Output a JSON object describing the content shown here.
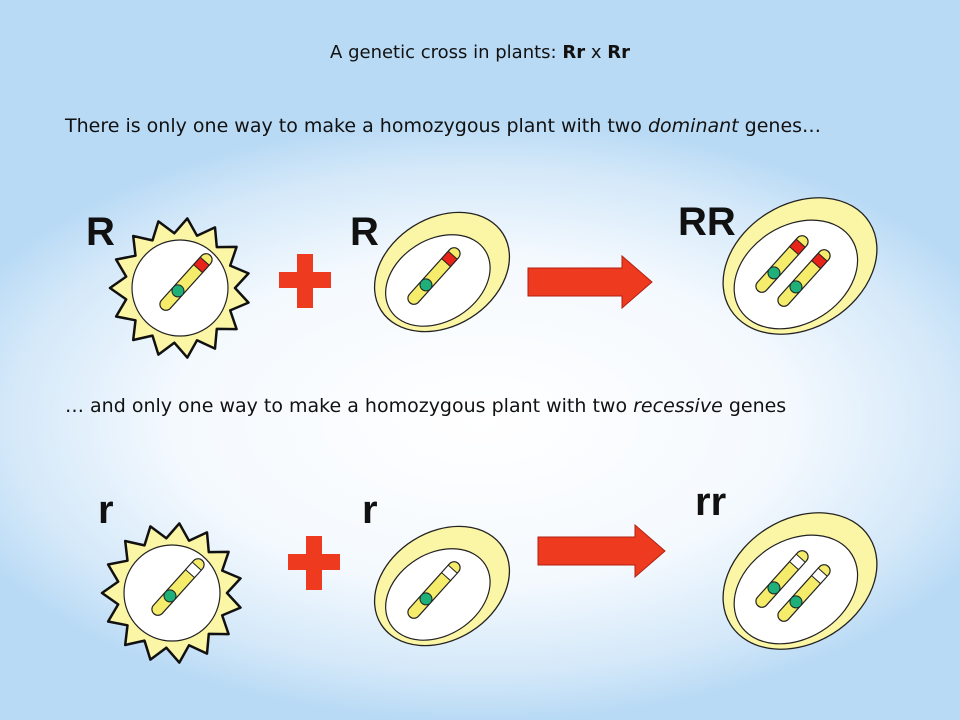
{
  "title": {
    "prefix": "A genetic cross in plants: ",
    "cross_a": "Rr",
    "x": " x ",
    "cross_b": "Rr"
  },
  "paragraph1": {
    "text": "There is only one way to make a homozygous plant with two ",
    "em": "dominant",
    "tail": " genes…"
  },
  "paragraph2": {
    "text": "… and only one way to make a homozygous plant with two ",
    "em": "recessive",
    "tail": " genes"
  },
  "row_dominant": {
    "pollen_label": "R",
    "egg_label": "R",
    "offspring_label": "RR"
  },
  "row_recessive": {
    "pollen_label": "r",
    "egg_label": "r",
    "offspring_label": "rr"
  },
  "colors": {
    "cell": "#fbf5a6",
    "chromosome": "#f4ec6a",
    "centromere": "#1fb07a",
    "dominant_gene": "#e8231a",
    "recessive_gene": "#ffffff",
    "arrow": "#ee3a1e"
  }
}
